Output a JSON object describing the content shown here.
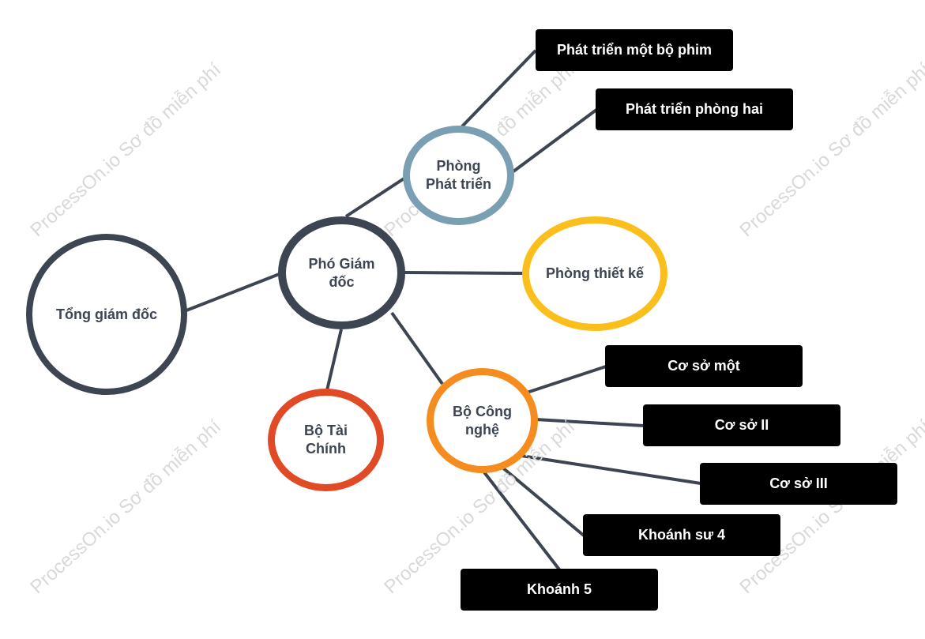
{
  "watermark": "ProcessOn.io Sơ đồ miễn phí",
  "colors": {
    "edge": "#3d4452",
    "ceo": "#3d4452",
    "deputy": "#3d4452",
    "dev_dept": "#7a9fb2",
    "design": "#fbbf1d",
    "finance": "#e04a24",
    "tech": "#f58c1f",
    "box": "#000000"
  },
  "nodes": {
    "ceo": "Tổng giám đốc",
    "deputy": "Phó Giám\nđốc",
    "dev_dept": "Phòng\nPhát triển",
    "design": "Phòng thiết kế",
    "finance": "Bộ Tài\nChính",
    "tech": "Bộ Công\nnghệ",
    "film": "Phát triển một bộ phim",
    "room2": "Phát triển phòng hai",
    "base1": "Cơ sở một",
    "base2": "Cơ sở II",
    "base3": "Cơ sở III",
    "k4": "Khoánh sư 4",
    "k5": "Khoánh 5"
  }
}
